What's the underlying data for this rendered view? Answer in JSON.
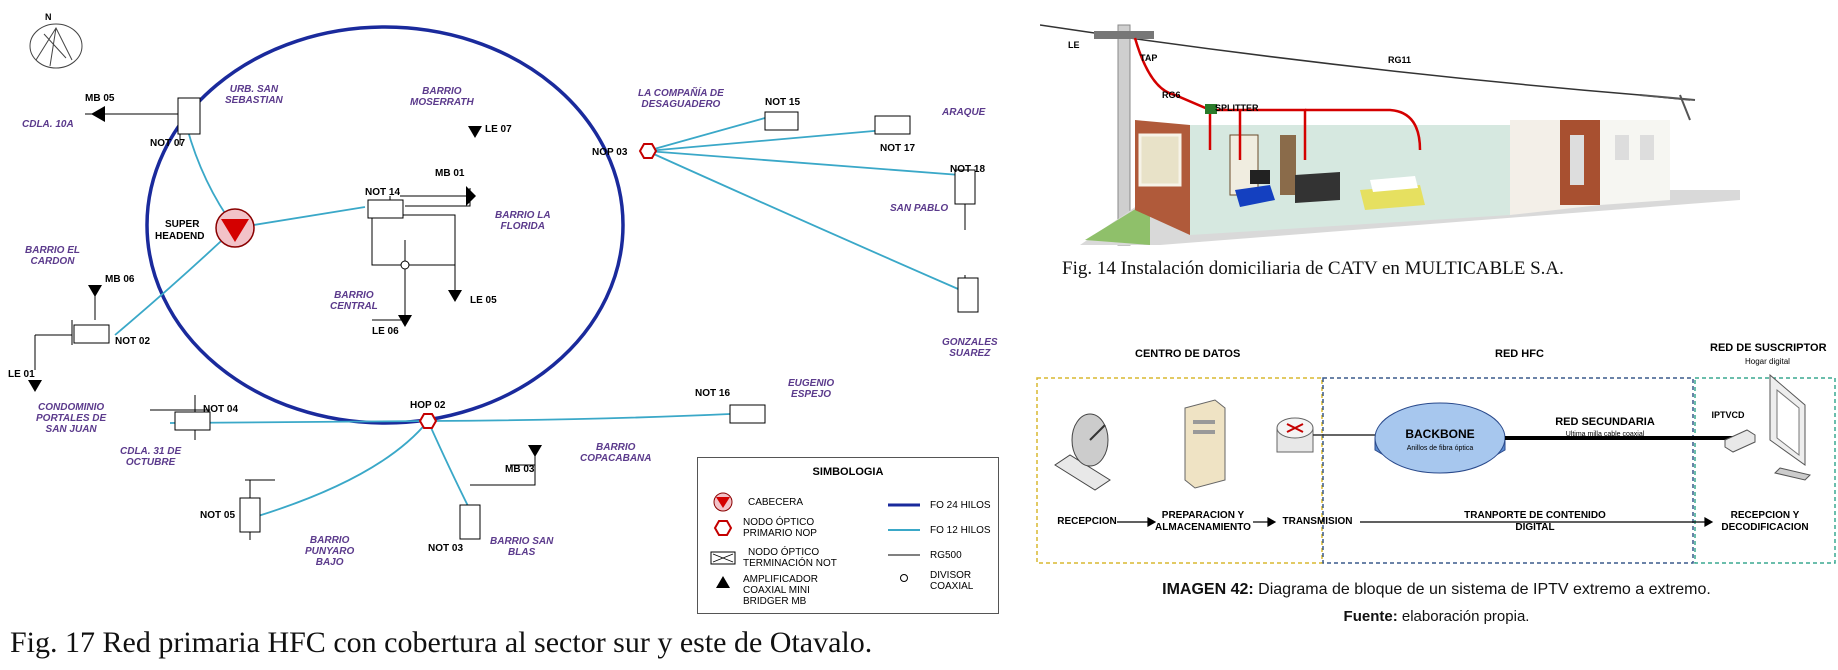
{
  "fig17": {
    "caption": "Fig. 17 Red primaria HFC con cobertura al sector sur y este de Otavalo.",
    "compass": "N",
    "headend_label_1": "SUPER",
    "headend_label_2": "HEADEND",
    "nodes": {
      "nop03": "NOP 03",
      "hop02": "HOP 02",
      "not07": "NOT 07",
      "not14": "NOT 14",
      "not15": "NOT 15",
      "not17": "NOT 17",
      "not18": "NOT 18",
      "not02": "NOT 02",
      "not04": "NOT 04",
      "not16": "NOT 16",
      "not05": "NOT 05",
      "not03": "NOT 03",
      "mb05": "MB 05",
      "mb01": "MB 01",
      "mb06": "MB 06",
      "mb03": "MB 03",
      "le07": "LE 07",
      "le05": "LE 05",
      "le06": "LE 06",
      "le01": "LE 01"
    },
    "places": {
      "cdla10a": "CDLA. 10A",
      "urb_san_sebastian": "URB. SAN\nSEBASTIAN",
      "barrio_moserrath": "BARRIO\nMOSERRATH",
      "la_compania": "LA COMPAÑÍA DE\nDESAGUADERO",
      "araque": "ARAQUE",
      "san_pablo": "SAN PABLO",
      "barrio_la_florida": "BARRIO LA\nFLORIDA",
      "barrio_el_cardon": "BARRIO EL\nCARDON",
      "barrio_central": "BARRIO\nCENTRAL",
      "gonzales_suarez": "GONZALES\nSUAREZ",
      "eugenio_espejo": "EUGENIO\nESPEJO",
      "condominio": "CONDOMINIO\nPORTALES DE\nSAN JUAN",
      "cdla_31": "CDLA. 31 DE\nOCTUBRE",
      "barrio_copacabana": "BARRIO\nCOPACABANA",
      "barrio_punyaro": "BARRIO\nPUNYARO\nBAJO",
      "barrio_san_blas": "BARRIO SAN\nBLAS"
    },
    "legend": {
      "title": "SIMBOLOGIA",
      "cabecera": "CABECERA",
      "nodo_primario_1": "NODO ÓPTICO",
      "nodo_primario_2": "PRIMARIO NOP",
      "nodo_term_1": "NODO ÓPTICO",
      "nodo_term_2": "TERMINACIÓN NOT",
      "amp_1": "AMPLIFICADOR",
      "amp_2": "COAXIAL MINI",
      "amp_3": "BRIDGER MB",
      "fo24": "FO 24 HILOS",
      "fo12": "FO 12 HILOS",
      "rg500": "RG500",
      "divisor_1": "DIVISOR",
      "divisor_2": "COAXIAL",
      "fo24_color": "#1a2a9c",
      "fo12_color": "#3aa8c8"
    }
  },
  "fig14": {
    "caption": "Fig. 14 Instalación domiciliaria de CATV en MULTICABLE S.A.",
    "labels": {
      "le": "LE",
      "tap": "TAP",
      "rg11": "RG11",
      "rg6": "RG6",
      "splitter": "SPLITTER"
    }
  },
  "img42": {
    "caption_bold": "IMAGEN 42:",
    "caption_rest": " Diagrama de bloque de un sistema de IPTV extremo a extremo.",
    "source_bold": "Fuente:",
    "source_rest": " elaboración propia.",
    "sections": {
      "centro": "CENTRO DE DATOS",
      "red_hfc": "RED HFC",
      "red_suscriptor": "RED DE SUSCRIPTOR",
      "hogar": "Hogar digital"
    },
    "backbone_title": "BACKBONE",
    "backbone_sub": "Anillos de fibra óptica",
    "red_secundaria": "RED SECUNDARIA",
    "ultima_milla": "Ultima milla cable coaxial",
    "iptvcd": "IPTVCD",
    "recepcion": "RECEPCION",
    "preparacion": "PREPARACION Y\nALMACENAMIENTO",
    "transmision": "TRANSMISION",
    "transporte": "TRANPORTE DE CONTENIDO\nDIGITAL",
    "recepcion_deco": "RECEPCION Y\nDECODIFICACION"
  }
}
